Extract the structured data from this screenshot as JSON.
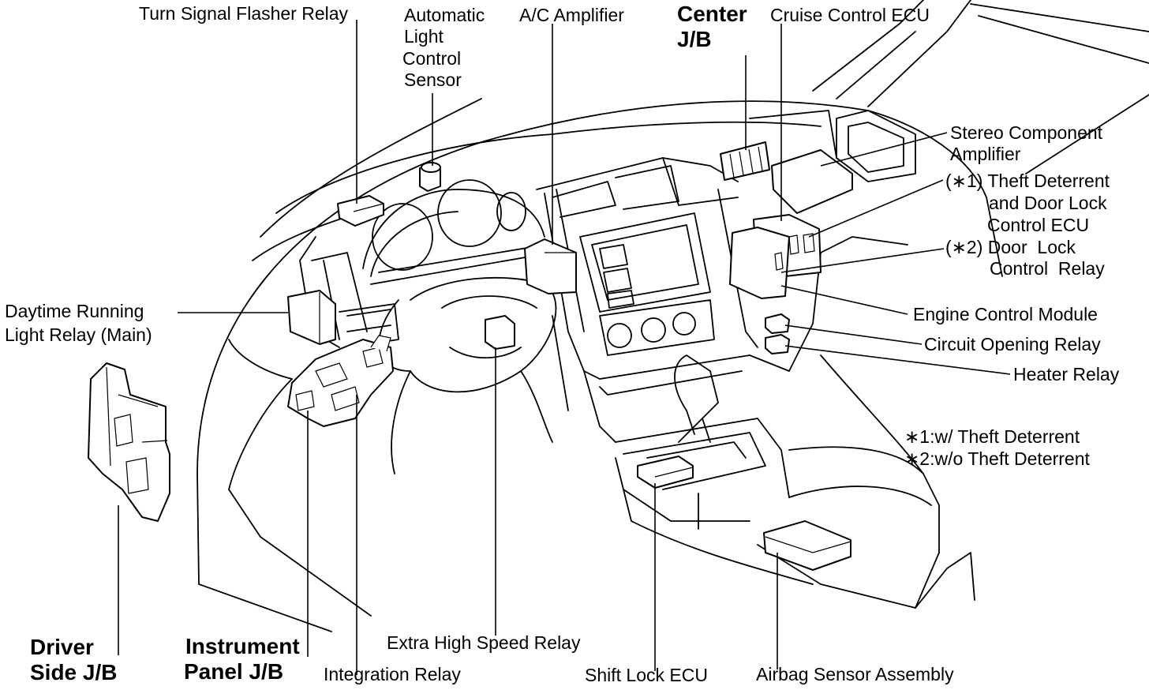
{
  "labels": {
    "turn_signal_flasher_relay": "Turn Signal Flasher Relay",
    "automatic_light_control_sensor": [
      "Automatic",
      "Light",
      "Control",
      "Sensor"
    ],
    "ac_amplifier": "A/C Amplifier",
    "center_jb": [
      "Center",
      "J/B"
    ],
    "cruise_control_ecu": "Cruise Control ECU",
    "stereo_component_amplifier": [
      "Stereo Component",
      "Amplifier"
    ],
    "theft_deterrent_door_lock_ecu": [
      "(∗1) Theft Deterrent",
      "and Door Lock",
      "Control ECU"
    ],
    "door_lock_control_relay": [
      "(∗2) Door  Lock",
      "Control  Relay"
    ],
    "engine_control_module": "Engine Control Module",
    "circuit_opening_relay": "Circuit Opening Relay",
    "heater_relay": "Heater Relay",
    "footnote_1": "∗1:w/ Theft Deterrent",
    "footnote_2": "∗2:w/o Theft Deterrent",
    "daytime_running_light_relay": [
      "Daytime Running",
      "Light Relay (Main)"
    ],
    "driver_side_jb": [
      "Driver",
      "Side J/B"
    ],
    "instrument_panel_jb": [
      "Instrument",
      "Panel J/B"
    ],
    "integration_relay": "Integration Relay",
    "extra_high_speed_relay": "Extra High Speed Relay",
    "shift_lock_ecu": "Shift Lock ECU",
    "airbag_sensor_assembly": "Airbag Sensor Assembly"
  }
}
